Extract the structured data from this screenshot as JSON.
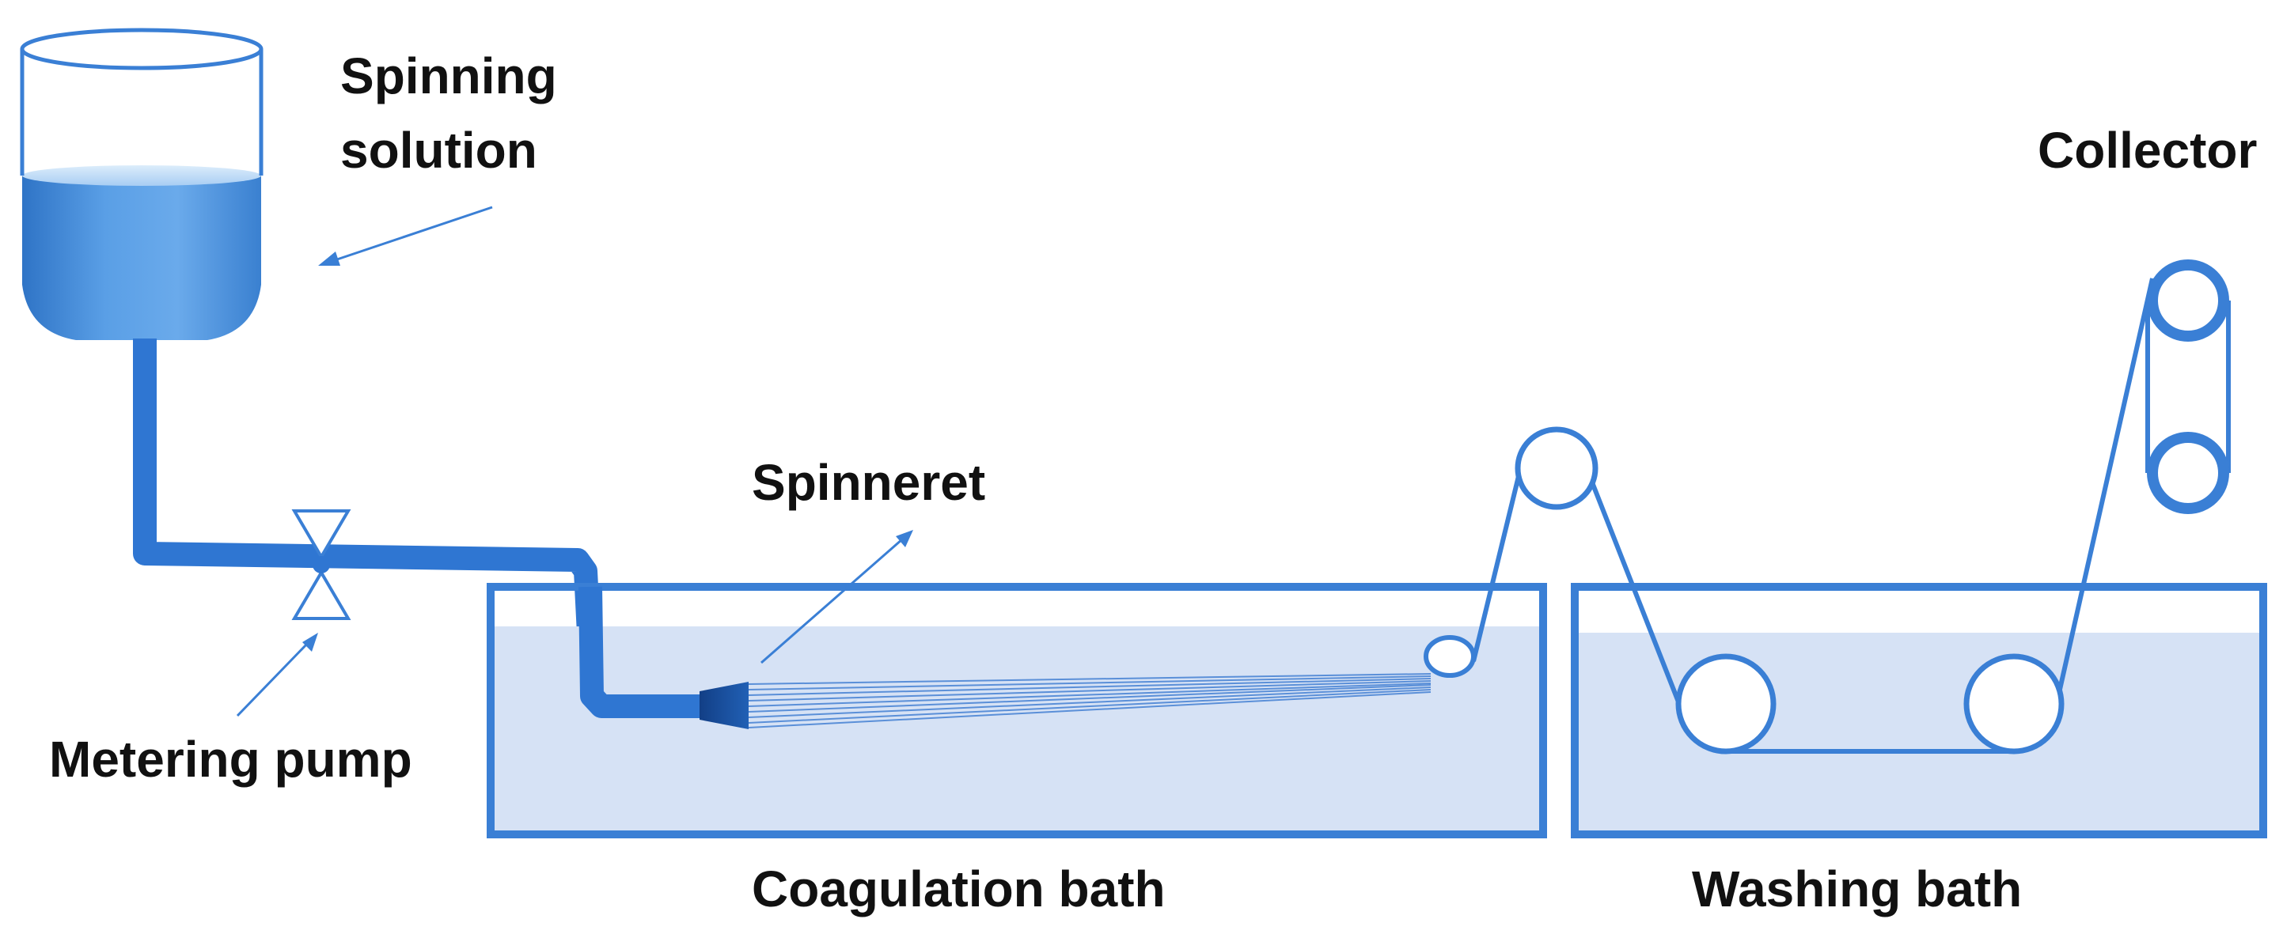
{
  "labels": {
    "spinning_solution_line1": "Spinning",
    "spinning_solution_line2": "solution",
    "metering_pump": "Metering pump",
    "spinneret": "Spinneret",
    "coagulation_bath": "Coagulation bath",
    "washing_bath": "Washing bath",
    "collector": "Collector"
  },
  "colors": {
    "outline": "#3a7fd5",
    "pipe": "#2f76d2",
    "bath_water": "#d6e2f5",
    "solution_light": "#bcd9f6",
    "solution_dark": "#3e83d0",
    "spinneret": "#1a4fa0",
    "text": "#111111"
  }
}
